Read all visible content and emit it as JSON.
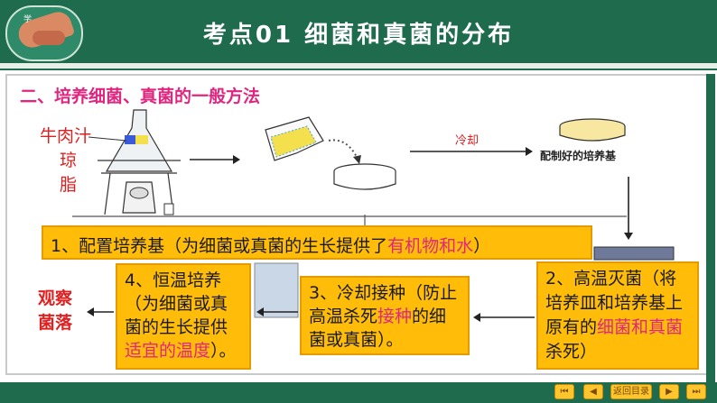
{
  "header": {
    "title": "考点01 细菌和真菌的分布",
    "logo_text": "学"
  },
  "section": {
    "title": "二、培养细菌、真菌的一般方法"
  },
  "diagram": {
    "beef_label": "牛肉汁",
    "agar_label_1": "琼",
    "agar_label_2": "脂",
    "cool_label": "冷却",
    "plate_label": "配制好的培养基"
  },
  "steps": {
    "step1_a": "1、配置培养基（为细菌或真菌的生长提供了",
    "step1_b": "有机物和水",
    "step1_c": "）",
    "step2_a": "2、高温灭菌（将培养皿和培养基上原有的",
    "step2_b": "细菌和真菌",
    "step2_c": "杀死）",
    "step3_a": "3、冷却接种（防止高温杀死",
    "step3_b": "接种",
    "step3_c": "的细菌或真菌）。",
    "step4_a": "4、恒温培养（为细菌或真菌的生长提供",
    "step4_b": "适宜的温度",
    "step4_c": "）。",
    "observe": "观察菌落"
  },
  "nav": {
    "first": "⏮",
    "prev": "◀",
    "menu": "返回目录",
    "next": "▶",
    "last": "⏭"
  },
  "colors": {
    "header": "#1f6b4e",
    "highlight": "#e0267f",
    "box": "#ffbd0a"
  }
}
